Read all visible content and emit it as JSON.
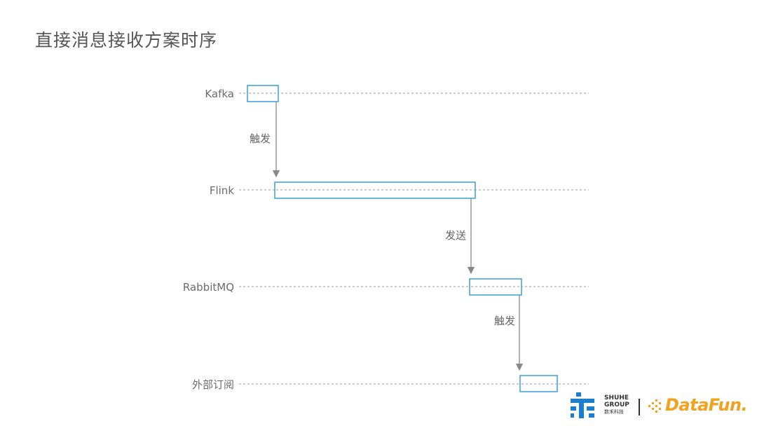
{
  "title": "直接消息接收方案时序",
  "lanes": [
    {
      "label": "Kafka"
    },
    {
      "label": "Flink"
    },
    {
      "label": "RabbitMQ"
    },
    {
      "label": "外部订阅"
    }
  ],
  "messages": [
    {
      "from": "Kafka",
      "to": "Flink",
      "label": "触发"
    },
    {
      "from": "Flink",
      "to": "RabbitMQ",
      "label": "发送"
    },
    {
      "from": "RabbitMQ",
      "to": "外部订阅",
      "label": "触发"
    }
  ],
  "colors": {
    "activation": "#3a9fd8",
    "arrow": "#888888",
    "lifeline": "#999999",
    "shuhe_blue": "#1a7fd1",
    "datafun": "#f2a21e"
  },
  "logos": {
    "shuhe_line1": "SHUHE",
    "shuhe_line2": "GROUP",
    "shuhe_line3": "数禾科技",
    "datafun": "DataFun."
  }
}
